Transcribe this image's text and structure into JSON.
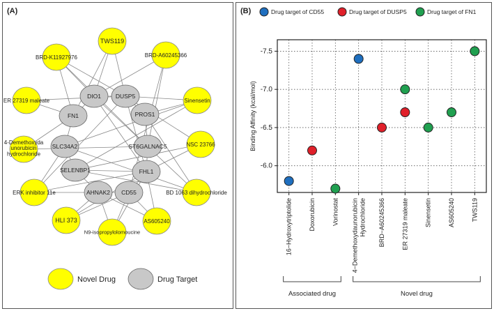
{
  "panel_a": {
    "label": "(A)",
    "legend": {
      "novel_drug": "Novel Drug",
      "drug_target": "Drug Target"
    },
    "colors": {
      "novel_drug": "#ffff00",
      "drug_target": "#c8c8c8",
      "edge": "#888888"
    },
    "targets": [
      "DIO1",
      "DUSP5",
      "FN1",
      "PROS1",
      "SLC34A2",
      "ST6GALNAC5",
      "SELENBP1",
      "FHL1",
      "AHNAK2",
      "CD55"
    ],
    "drugs": [
      "TWS119",
      "BRD-K11927976",
      "BRD-A60245366",
      "ER 27319 maleate",
      "Sinensetin",
      "4-Demethoxydaunorubicin hydrochloride",
      "NSC 23766",
      "ERK inhibitor 11e",
      "BD 1063 dihydrochloride",
      "HLI 373",
      "AS605240",
      "N9-isopropylolomoucine"
    ]
  },
  "chart_data": {
    "type": "scatter",
    "panel_label": "(B)",
    "ylabel": "Binding Affinity (kcal/mol)",
    "ylim": [
      -5.65,
      -7.65
    ],
    "yticks": [
      -6.0,
      -6.5,
      -7.0,
      -7.5
    ],
    "ytick_labels": [
      "-6.0",
      "-6.5",
      "-7.0",
      "-7.5"
    ],
    "categories": [
      "16−Hydroxytriptolide",
      "Doxorubicin",
      "Vorinostat",
      "4−Demethoxydaunorubicin Hydrochloride",
      "BRD−A60245366",
      "ER 27319 maleate",
      "Sinensetin",
      "AS605240",
      "TWS119"
    ],
    "series": [
      {
        "name": "Drug target of CD55",
        "color": "#1f6fbf",
        "points": [
          [
            0,
            -5.8
          ],
          [
            3,
            -7.4
          ]
        ]
      },
      {
        "name": "Drug target of DUSP5",
        "color": "#e0202a",
        "points": [
          [
            1,
            -6.2
          ],
          [
            4,
            -6.5
          ],
          [
            5,
            -6.7
          ]
        ]
      },
      {
        "name": "Drug target of FN1",
        "color": "#20a050",
        "points": [
          [
            2,
            -5.7
          ],
          [
            5,
            -7.0
          ],
          [
            6,
            -6.5
          ],
          [
            7,
            -6.7
          ],
          [
            8,
            -7.5
          ]
        ]
      }
    ],
    "grid": true,
    "legend_position": "top",
    "groups": [
      {
        "label": "Associated drug",
        "from": 0,
        "to": 2
      },
      {
        "label": "Novel drug",
        "from": 3,
        "to": 8
      }
    ]
  }
}
